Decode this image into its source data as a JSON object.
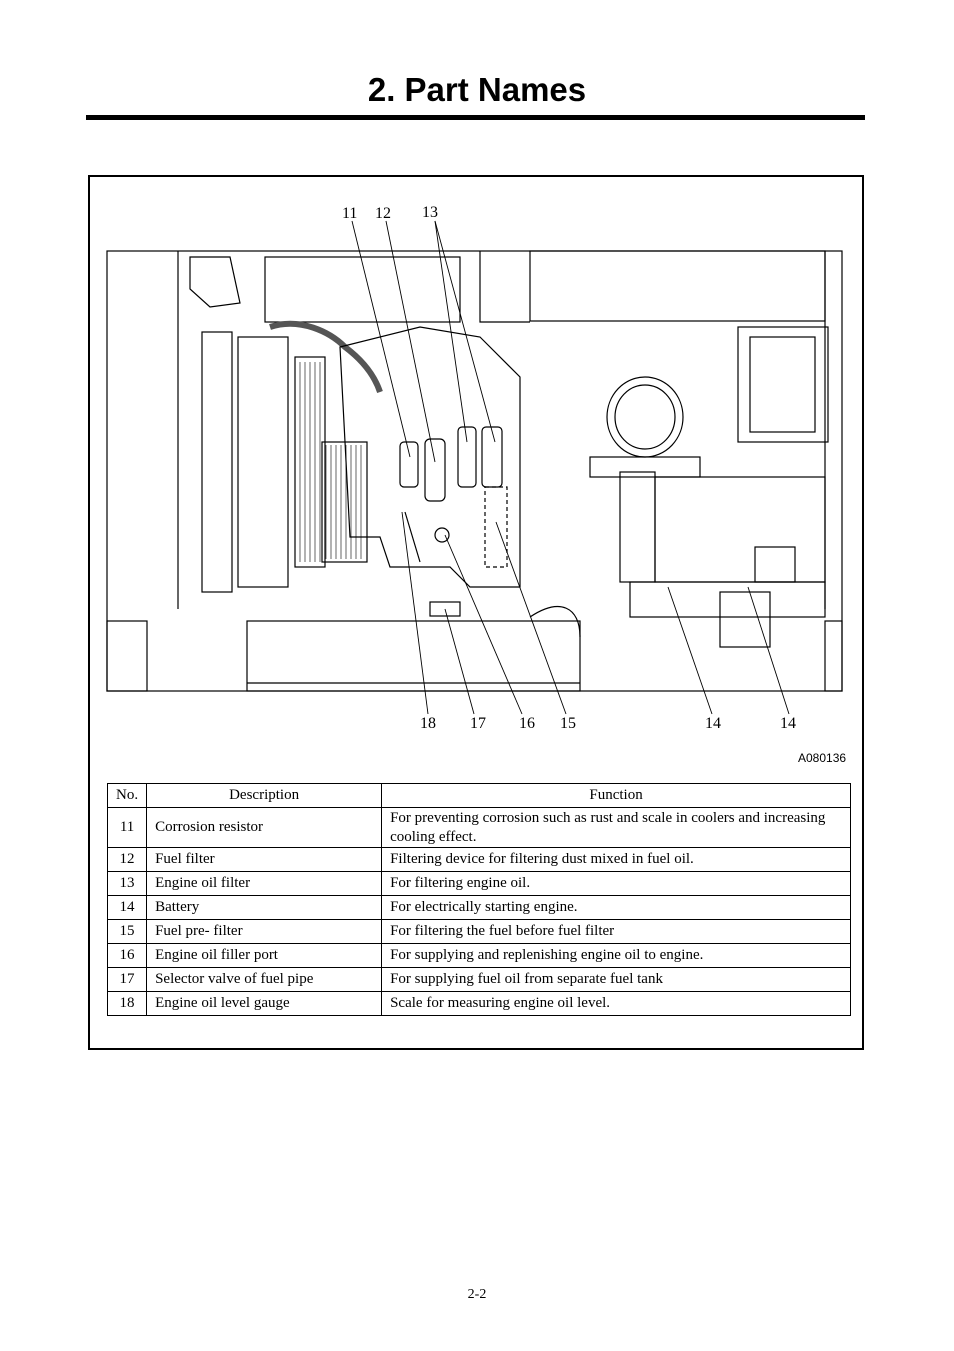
{
  "page": {
    "title": "2. Part Names",
    "page_number": "2-2"
  },
  "figure": {
    "code": "A080136",
    "callouts_top": [
      "11",
      "12",
      "13"
    ],
    "callouts_bottom": [
      "18",
      "17",
      "16",
      "15",
      "14",
      "14"
    ]
  },
  "table": {
    "headers": {
      "no": "No.",
      "description": "Description",
      "function": "Function"
    },
    "rows": [
      {
        "no": "11",
        "description": "Corrosion resistor",
        "function": "For preventing corrosion such as rust and scale in coolers and increasing cooling effect."
      },
      {
        "no": "12",
        "description": "Fuel filter",
        "function": "Filtering device for filtering dust mixed in fuel oil."
      },
      {
        "no": "13",
        "description": "Engine oil filter",
        "function": "For filtering engine oil."
      },
      {
        "no": "14",
        "description": "Battery",
        "function": "For electrically starting engine."
      },
      {
        "no": "15",
        "description": "Fuel pre- filter",
        "function": "For filtering the fuel before fuel filter"
      },
      {
        "no": "16",
        "description": "Engine oil filler port",
        "function": "For supplying and replenishing engine oil to engine."
      },
      {
        "no": "17",
        "description": "Selector valve of fuel pipe",
        "function": "For supplying fuel oil from separate fuel tank"
      },
      {
        "no": "18",
        "description": "Engine oil level gauge",
        "function": "Scale for measuring engine oil level."
      }
    ]
  }
}
